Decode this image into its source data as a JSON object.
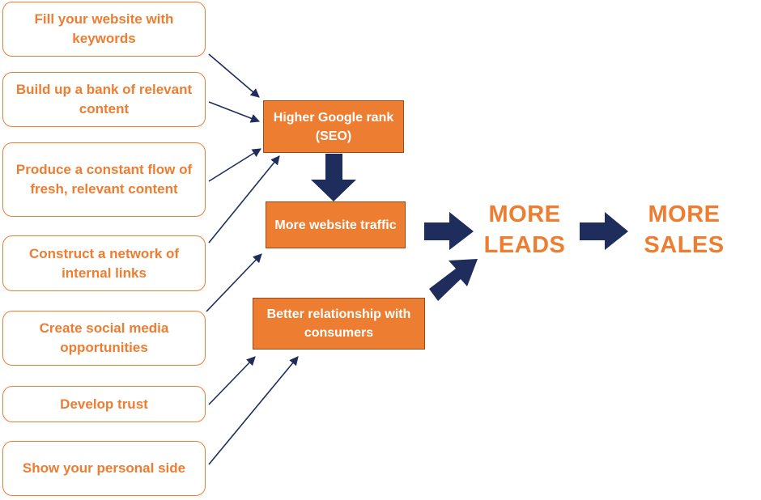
{
  "tactics": [
    "Fill your website with keywords",
    "Build up a bank of relevant content",
    "Produce a constant flow of fresh, relevant content",
    "Construct a network of internal links",
    "Create social media opportunities",
    "Develop trust",
    "Show your personal side"
  ],
  "outcomes": {
    "seo": "Higher Google rank (SEO)",
    "traffic": "More website traffic",
    "relationship": "Better relationship with consumers"
  },
  "results": {
    "leads": "MORE\nLEADS",
    "sales": "MORE\nSALES"
  },
  "colors": {
    "accent": "#ED7D31",
    "arrow": "#1F2D5C"
  }
}
